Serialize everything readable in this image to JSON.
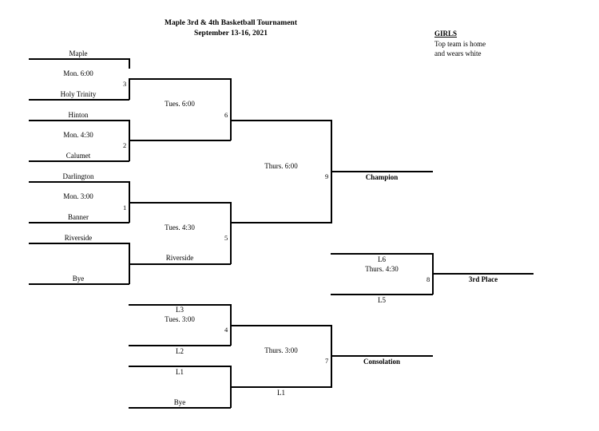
{
  "header": {
    "title": "Maple 3rd &  4th Basketball Tournament",
    "dates": "September 13-16, 2021"
  },
  "notes": {
    "heading": "GIRLS",
    "line1": "Top team is home",
    "line2": "and wears white"
  },
  "games": {
    "g3": {
      "top": "Maple",
      "time": "Mon. 6:00",
      "bottom": "Holy Trinity",
      "num": "3"
    },
    "g2": {
      "top": "Hinton",
      "time": "Mon. 4:30",
      "bottom": "Calumet",
      "num": "2"
    },
    "g1": {
      "top": "Darlington",
      "time": "Mon. 3:00",
      "bottom": "Banner",
      "num": "1"
    },
    "bye1": {
      "top": "Riverside",
      "bottom": "Bye"
    },
    "g6": {
      "time": "Tues. 6:00",
      "num": "6"
    },
    "g5": {
      "time": "Tues. 4:30",
      "bottom": "Riverside",
      "num": "5"
    },
    "g9": {
      "time": "Thurs. 6:00",
      "num": "9",
      "result": "Champion"
    },
    "g8": {
      "top": "L6",
      "time": "Thurs. 4:30",
      "bottom": "L5",
      "num": "8",
      "result": "3rd Place"
    },
    "g4": {
      "top": "L3",
      "time": "Tues.  3:00",
      "bottom": "L2",
      "num": "4"
    },
    "bye2": {
      "top": "L1",
      "bottom": "Bye"
    },
    "g7": {
      "time": "Thurs. 3:00",
      "bottom": "L1",
      "num": "7",
      "result": "Consolation"
    }
  }
}
